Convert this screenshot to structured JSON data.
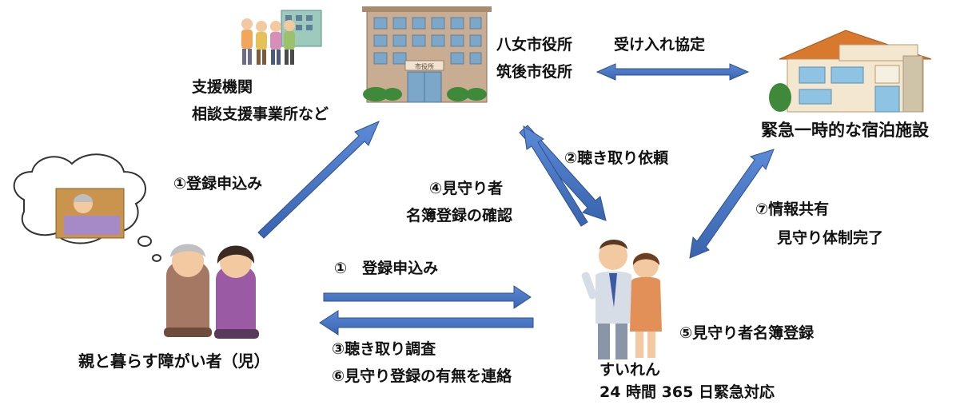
{
  "nodes": {
    "city_hall": {
      "line1": "八女市役所",
      "line2": "筑後市役所",
      "sign": "市役所"
    },
    "support_org": {
      "line1": "支援機関",
      "line2": "相談支援事業所など"
    },
    "shelter": {
      "label": "緊急一時的な宿泊施設"
    },
    "family": {
      "label": "親と暮らす障がい者（児）"
    },
    "suiren": {
      "name": "すいれん",
      "hours": "24 時間 365 日緊急対応"
    }
  },
  "edges": {
    "agreement": "受け入れ協定",
    "apply_to_city": "①登録申込み",
    "request_hearing": "②聴き取り依頼",
    "confirm_register_l1": "④見守り者",
    "confirm_register_l2": "名簿登録の確認",
    "share_info_l1": "⑦情報共有",
    "share_info_l2": "見守り体制完了",
    "apply_to_suiren": "①　登録申込み",
    "hearing_survey": "③聴き取り調査",
    "notify_result": "⑥見守り登録の有無を連絡",
    "register_list": "⑤見守り者名簿登録"
  },
  "colors": {
    "arrow_fill": "#4472c4",
    "arrow_stroke": "#2f528f"
  }
}
